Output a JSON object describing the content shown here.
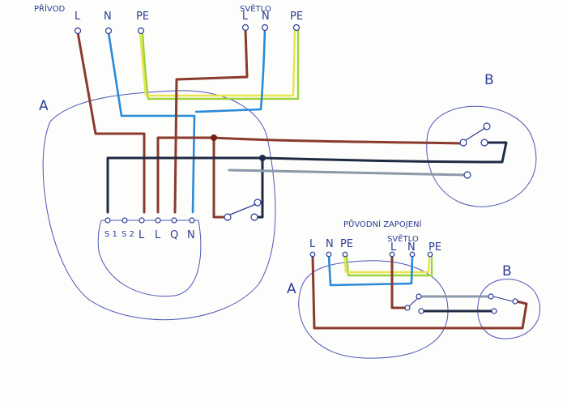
{
  "top": {
    "supply_title": "PŘÍVOD",
    "supply_terminals": [
      "L",
      "N",
      "PE"
    ],
    "light_title": "SVĚTLO",
    "light_terminals": [
      "L",
      "N",
      "PE"
    ]
  },
  "regions": {
    "a": "A",
    "b": "B"
  },
  "socket": {
    "terminals": [
      "S 1",
      "S 2",
      "L",
      "L",
      "Q",
      "N"
    ]
  },
  "inset": {
    "title": "PŮVODNÍ ZAPOJENÍ",
    "supply_terminals": [
      "L",
      "N",
      "PE"
    ],
    "light_title": "SVĚTLO",
    "light_terminals": [
      "L",
      "N",
      "PE"
    ],
    "region_a": "A",
    "region_b": "B"
  },
  "colors": {
    "brown": "#8a3a2c",
    "blue": "#2a8ad8",
    "green": "#9bd43a",
    "yellow": "#e8e54a",
    "black": "#1f2a44",
    "grey": "#8a98a8",
    "ink": "#2b3c9a"
  }
}
